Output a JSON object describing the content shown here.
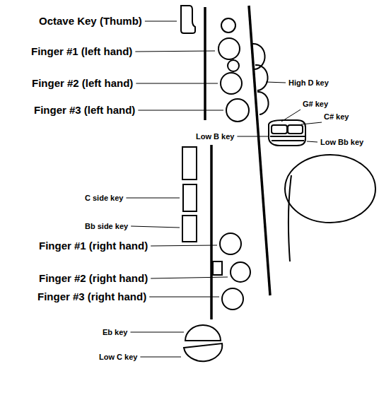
{
  "diagram": {
    "labels": [
      "Octave Key (Thumb)",
      "Finger #1 (left hand)",
      "Finger #2 (left hand)",
      "Finger #3 (left hand)",
      "High D key",
      "G# key",
      "C# key",
      "Low B key",
      "Low Bb key",
      "C side key",
      "Bb side key",
      "Finger #1 (right hand)",
      "Finger #2 (right hand)",
      "Finger #3 (right hand)",
      "Eb key",
      "Low C key"
    ]
  }
}
